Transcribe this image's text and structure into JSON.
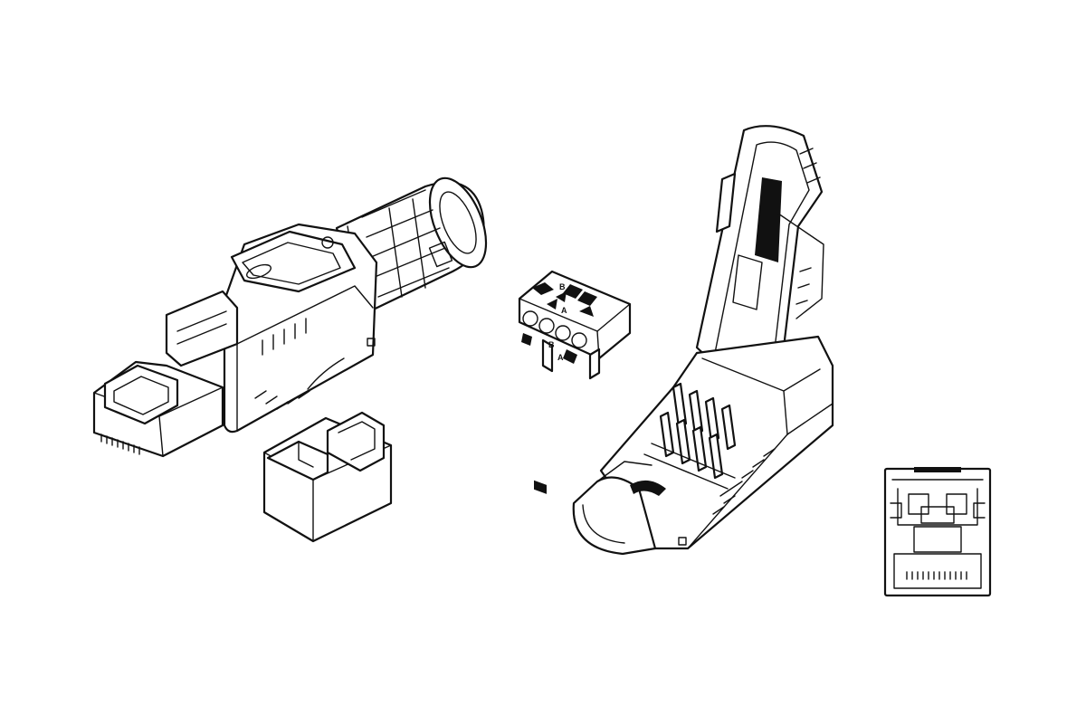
{
  "figure": {
    "background": "#ffffff",
    "line_color": "#111111",
    "components": [
      {
        "name": "assembled-rj45-plug",
        "icon": "rj45-plug-assembled"
      },
      {
        "name": "wire-cap",
        "icon": "cap"
      },
      {
        "name": "wire-guide-insert",
        "icon": "wire-manager",
        "marks": [
          "B",
          "A",
          "B",
          "A"
        ]
      },
      {
        "name": "open-plug-housing",
        "icon": "rj45-plug-open"
      },
      {
        "name": "plug-front-view",
        "icon": "rj45-front"
      }
    ]
  }
}
